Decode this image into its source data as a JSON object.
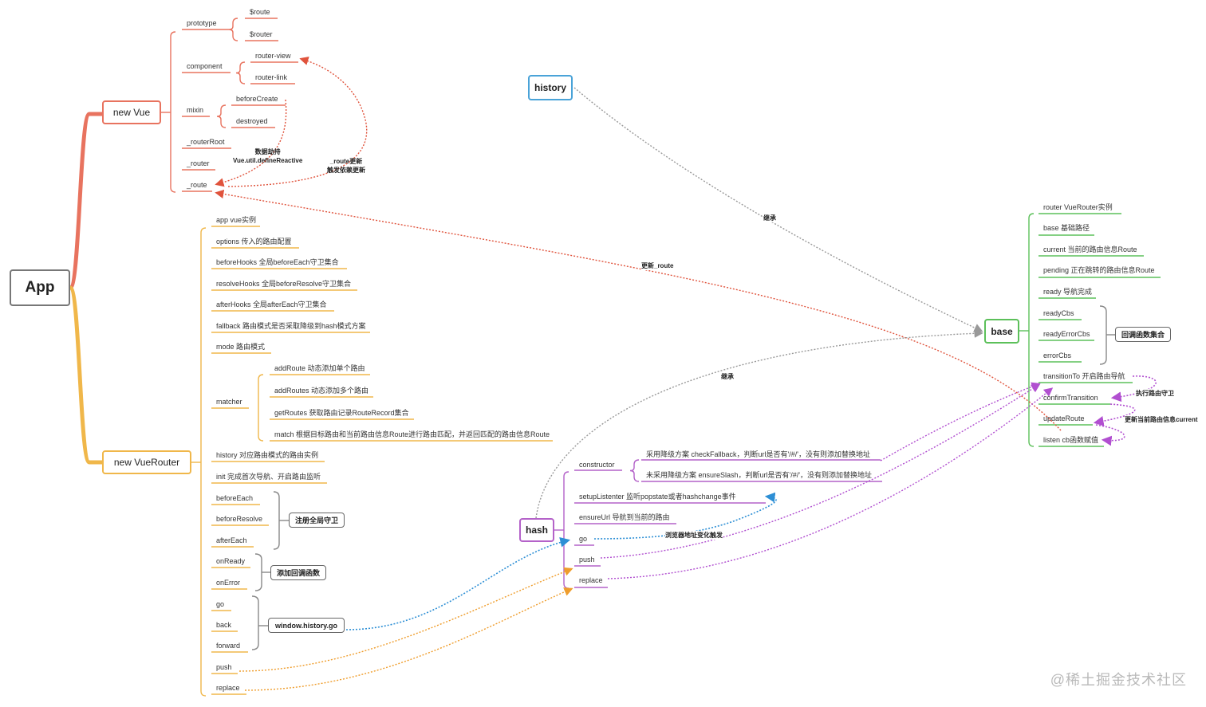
{
  "root": {
    "label": "App"
  },
  "new_vue": {
    "label": "new Vue",
    "prototype": {
      "label": "prototype",
      "children": [
        "$route",
        "$router"
      ]
    },
    "component": {
      "label": "component",
      "children": [
        "router-view",
        "router-link"
      ]
    },
    "mixin": {
      "label": "mixin",
      "children": [
        "beforeCreate",
        "destroyed"
      ]
    },
    "router_root": "_routerRoot",
    "router": "_router",
    "route": "_route"
  },
  "new_vue_router": {
    "label": "new VueRouter",
    "items": {
      "app": "app vue实例",
      "options": "options 传入的路由配置",
      "before_hooks": "beforeHooks 全局beforeEach守卫集合",
      "resolve_hooks": "resolveHooks 全局beforeResolve守卫集合",
      "after_hooks": "afterHooks 全局afterEach守卫集合",
      "fallback": "fallback 路由模式是否采取降级到hash模式方案",
      "mode": "mode 路由模式",
      "history": "history 对应路由模式的路由实例",
      "init": "init  完成首次导航、开启路由监听"
    },
    "matcher": {
      "label": "matcher",
      "children": [
        "addRoute 动态添加单个路由",
        "addRoutes 动态添加多个路由",
        "getRoutes 获取路由记录RouteRecord集合",
        "match 根据目标路由和当前路由信息Route进行路由匹配，并返回匹配的路由信息Route"
      ]
    },
    "guard_items": [
      "beforeEach",
      "beforeResolve",
      "afterEach"
    ],
    "guard_tag": "注册全局守卫",
    "callback_items": [
      "onReady",
      "onError"
    ],
    "callback_tag": "添加回调函数",
    "nav_items": [
      "go",
      "back",
      "forward"
    ],
    "nav_tag": "window.history.go",
    "push": "push",
    "replace": "replace"
  },
  "history_node": {
    "label": "history"
  },
  "hash_node": {
    "label": "hash",
    "constructor": {
      "label": "constructor",
      "children": [
        "采用降级方案 checkFallback，判断url是否有'/#/'，没有则添加替换地址",
        "未采用降级方案 ensureSlash，判断url是否有'/#/'，没有则添加替换地址"
      ]
    },
    "items": [
      "setupListenter  监听popstate或者hashchange事件",
      "ensureUrl 导航到当前的路由",
      "go",
      "push",
      "replace"
    ]
  },
  "base_node": {
    "label": "base",
    "items": [
      "router  VueRouter实例",
      "base 基础路径",
      "current 当前的路由信息Route",
      "pending 正在跳转的路由信息Route",
      "ready 导航完成"
    ],
    "cbs": [
      "readyCbs",
      "readyErrorCbs",
      "errorCbs"
    ],
    "cbs_tag": "回调函数集合",
    "methods": [
      "transitionTo 开启路由导航",
      "confirmTransition",
      "updateRoute",
      "listen cb函数赋值"
    ]
  },
  "annotations": {
    "define_reactive": [
      "数据劫持",
      "Vue.util.defineReactive"
    ],
    "route_update": [
      "_route更新",
      "触发依赖更新"
    ],
    "update_route": "更新_route",
    "inherit_history": "继承",
    "inherit_hash": "继承",
    "browser_change": "浏览器地址变化触发",
    "exec_guard": "执行路由守卫",
    "update_current": "更新当前路由信息current"
  },
  "colors": {
    "red": "#e8735f",
    "orange": "#f0b74a",
    "blue": "#4aa3d8",
    "green": "#5cc05a",
    "purple": "#b462c9",
    "gray": "#777777",
    "dash_red": "#e0533c",
    "dash_blue": "#2d8fd5",
    "dash_purple": "#b14fd0",
    "dash_orange": "#ef9d2c"
  },
  "watermark": "@稀土掘金技术社区"
}
